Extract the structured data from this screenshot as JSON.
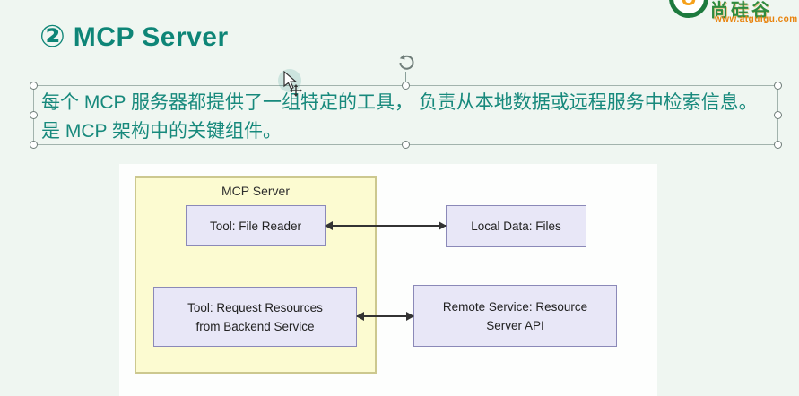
{
  "logo": {
    "badge_letter": "U",
    "brand": "尚硅谷",
    "url": "www.atguigu.com",
    "colors": {
      "ring_green": "#1d7a3e",
      "letter_orange": "#f5a01a",
      "brand_green": "#2e8b3f",
      "url_orange": "#e8820c"
    }
  },
  "title": {
    "badge": "②",
    "label": "MCP Server",
    "color": "#0e8577"
  },
  "textbox": {
    "line1": "每个 MCP 服务器都提供了一组特定的工具， 负责从本地数据或远程服务中检索信息。",
    "line2": "是 MCP 架构中的关键组件。",
    "text_color": "#17897c",
    "selected": true
  },
  "diagram": {
    "container_label": "MCP Server",
    "container_fill": "#fcfbd1",
    "container_border": "#ccc88f",
    "node_fill": "#e8e7f7",
    "node_border": "#8b89b8",
    "nodes": [
      {
        "id": "tool-file-reader",
        "lines": [
          "Tool: File Reader"
        ]
      },
      {
        "id": "local-data-files",
        "lines": [
          "Local Data: Files"
        ]
      },
      {
        "id": "tool-request-resources",
        "lines": [
          "Tool: Request Resources",
          "from Backend Service"
        ]
      },
      {
        "id": "remote-service-api",
        "lines": [
          "Remote Service: Resource",
          "Server API"
        ]
      }
    ],
    "connections": [
      {
        "from": "tool-file-reader",
        "to": "local-data-files",
        "type": "bidirectional"
      },
      {
        "from": "tool-request-resources",
        "to": "remote-service-api",
        "type": "bidirectional"
      }
    ]
  }
}
